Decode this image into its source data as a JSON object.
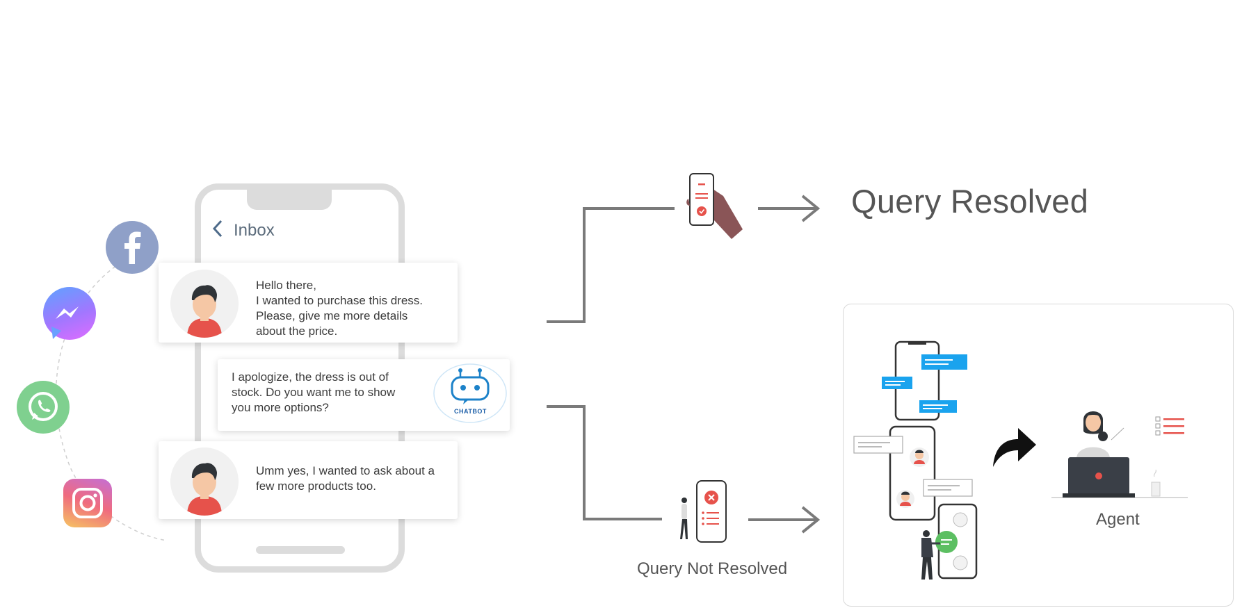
{
  "inbox": {
    "back_icon": "chevron-left-icon",
    "title": "Inbox"
  },
  "messages": [
    {
      "sender": "customer",
      "text": "Hello there,\nI wanted to purchase this dress.\nPlease, give me more details\nabout the price."
    },
    {
      "sender": "chatbot",
      "text": "I apologize, the dress is out of\nstock. Do you want me to show\nyou more options?",
      "badge": "CHATBOT"
    },
    {
      "sender": "customer",
      "text": "Umm yes, I wanted to ask about a\nfew more products too."
    }
  ],
  "channels": [
    "facebook-icon",
    "messenger-icon",
    "whatsapp-icon",
    "instagram-icon"
  ],
  "outcomes": {
    "resolved": "Query Resolved",
    "not_resolved": "Query Not Resolved"
  },
  "agent": {
    "label": "Agent"
  },
  "colors": {
    "facebook": "#8fa0c8",
    "messenger_start": "#5ea3ff",
    "messenger_end": "#c66cff",
    "whatsapp": "#7fd08f",
    "instagram_start": "#f6c462",
    "instagram_end": "#c46fd6",
    "chat_blue": "#1aa3ee",
    "accent_red": "#e6524b",
    "line_gray": "#7a7a7a"
  }
}
